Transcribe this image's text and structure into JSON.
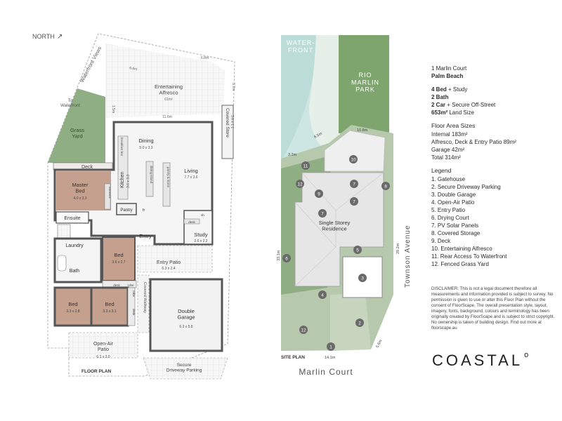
{
  "north_label": "NORTH",
  "floor_plan": {
    "caption": "FLOOR PLAN",
    "waterfront_views": "Waterfront Views",
    "to_waterfront": "To\nWaterfront",
    "grass_yard": "Grass\nYard",
    "alfresco": {
      "name": "Entertaining\nAlfresco",
      "area": "61m²"
    },
    "dims": {
      "alfresco_w": "6.8m",
      "alfresco_h": "3.7m",
      "alfresco_top": "6.6m",
      "house_w": "11.6m",
      "side": "1.5m"
    },
    "covered_store": {
      "name": "Covered Store",
      "dim": "3.8 x 1.1"
    },
    "dining": {
      "name": "Dining",
      "dim": "5.0 x 3.3"
    },
    "breakfast_bar": "breakfast bar",
    "kitchen": {
      "name": "Kitchen",
      "dim": "3.6 x 3.3"
    },
    "dining_island": "dining island",
    "pantry_stone": "pantry & stone",
    "living": {
      "name": "Living",
      "dim": "7.7 x 3.6"
    },
    "deck": "Deck",
    "master_bed": {
      "name": "Master\nBed",
      "dim": "4.0 x 3.3"
    },
    "wardrobe": "wardrobe",
    "pantry": "Pantry",
    "fr": "fr",
    "ensuite": "Ensuite",
    "entry": "Entry",
    "study": {
      "name": "Study",
      "dim": "2.6 x 2.2"
    },
    "desk": "desk",
    "shelf": "sh",
    "laundry": "Laundry",
    "bath": "Bath",
    "bed2": {
      "name": "Bed",
      "dim": "3.6 x 2.7"
    },
    "entry_patio": {
      "name": "Entry Patio",
      "dim": "6.3 x 2.4"
    },
    "robe": "robe",
    "bed3": {
      "name": "Bed",
      "dim": "3.3 x 2.8"
    },
    "bed4": {
      "name": "Bed",
      "dim": "3.3 x 3.1"
    },
    "covered_walkway": "Covered Walkway",
    "garage": {
      "name": "Double\nGarage",
      "dim": "6.2 x 5.8"
    },
    "open_air_patio": {
      "name": "Open-Air\nPatio",
      "dim": "6.1 x 3.0"
    },
    "driveway": "Secure\nDriveway Parking"
  },
  "site_plan": {
    "caption": "SITE PLAN",
    "waterfront": "WATER-\nFRONT",
    "park": "RIO\nMARLIN\nPARK",
    "residence": "Single Storey\nResidence",
    "street_bottom": "Marlin Court",
    "street_side": "Townson Avenue",
    "dims": {
      "d1": "6.5m",
      "d2": "10.8m",
      "d3": "3.2m",
      "d4": "33.1m",
      "d5": "29.2m",
      "d6": "5.6m",
      "d7": "14.1m"
    },
    "markers": [
      "1",
      "2",
      "3",
      "4",
      "5",
      "6",
      "7",
      "7",
      "7",
      "8",
      "9",
      "10",
      "11",
      "12",
      "12"
    ]
  },
  "info": {
    "address": "1 Marlin Court",
    "suburb": "Palm Beach",
    "bed": "4 Bed",
    "bed_extra": " + Study",
    "bath": "2 Bath",
    "car": "2 Car",
    "car_extra": "  + Secure Off-Street",
    "land": "653m²",
    "land_extra": " Land Size",
    "areas_title": "Floor Area Sizes",
    "areas": [
      "Internal 183m²",
      "Alfresco, Deck & Entry Patio 89m²",
      "Garage 42m²",
      "Total 314m²"
    ],
    "legend_title": "Legend",
    "legend": [
      "1. Gatehouse",
      "2. Secure Driveway Parking",
      "3. Double Garage",
      "4. Open-Air Patio",
      "5. Entry Patio",
      "6. Drying Court",
      "7. PV Solar Panels",
      "8. Covered Storage",
      "9. Deck",
      "10. Entertaining Alfresco",
      "11. Rear Access To Waterfront",
      "12. Fenced Grass Yard"
    ]
  },
  "disclaimer": "DISCLAIMER: This is not a legal document therefore all measurements and information provided is subject to survey. No permission is given to use or alter this Floor Plan without the consent of FloorScape. The overall presentation style, layout, imagery, fonts, background, colours and terminology has been originally created by FloorScape and is subject to strict copyright. No ownership is taken of building design. Find out more at floorscape.au",
  "logo": "COASTAL",
  "logo_mark": "o",
  "colors": {
    "wall": "#555555",
    "floor_light": "#f4f4f4",
    "bedroom": "#c5a08e",
    "grass": "#8fae84",
    "water": "#cde6e3",
    "roof": "#e6e6e6"
  }
}
